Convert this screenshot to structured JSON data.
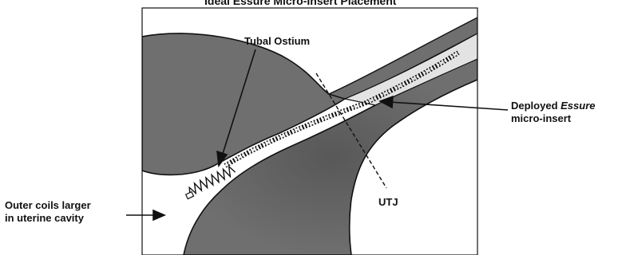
{
  "diagram": {
    "title": "Ideal Essure Micro-Insert Placement",
    "labels": {
      "tubal_ostium": "Tubal Ostium",
      "deployed_prefix": "Deployed ",
      "deployed_brand": "Essure",
      "deployed_line2": "micro-insert",
      "utj": "UTJ",
      "outer_coils_line1": "Outer coils larger",
      "outer_coils_line2": "in uterine cavity"
    }
  },
  "colors": {
    "tissue": "#6f6f6f",
    "tissue_dark": "#5a5a5a",
    "lining": "#e3e3e3",
    "outline": "#111111"
  }
}
